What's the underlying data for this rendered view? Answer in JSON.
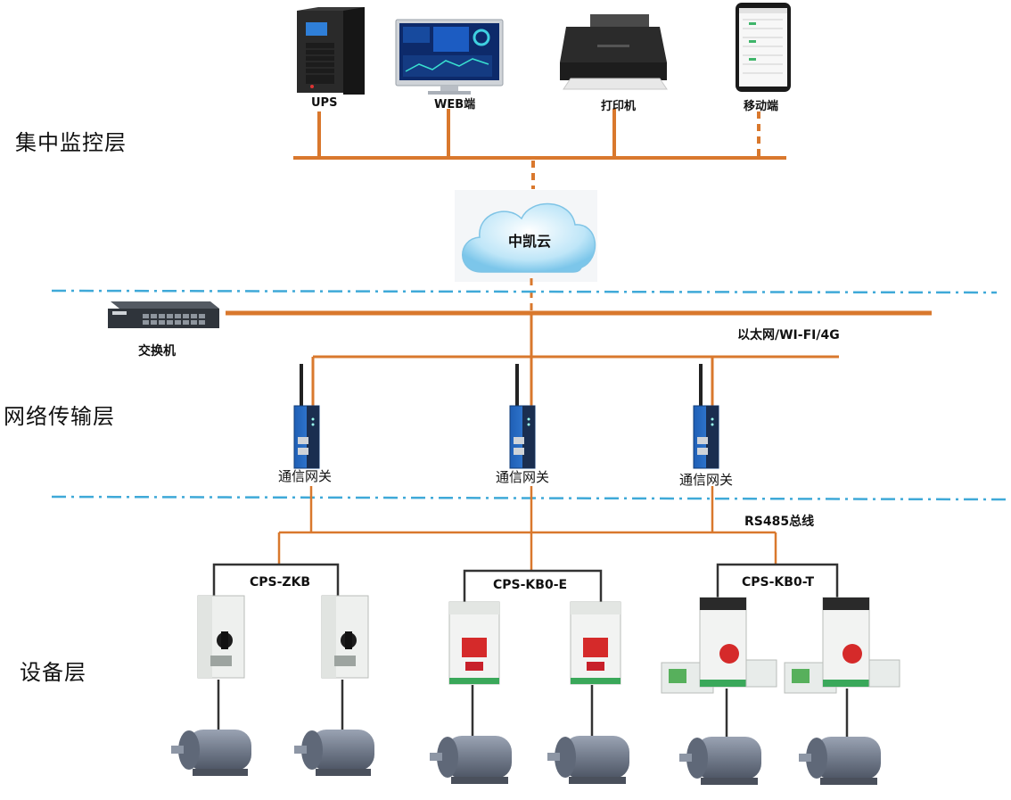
{
  "layers": {
    "monitoring": "集中监控层",
    "network": "网络传输层",
    "device": "设备层"
  },
  "top_devices": {
    "ups": "UPS",
    "web": "WEB端",
    "printer": "打印机",
    "mobile": "移动端"
  },
  "cloud": "中凯云",
  "switch": "交换机",
  "network_label": "以太网/WI-FI/4G",
  "gateway_label": "通信网关",
  "bus_label": "RS485总线",
  "device_groups": [
    {
      "name": "CPS-ZKB"
    },
    {
      "name": "CPS-KB0-E"
    },
    {
      "name": "CPS-KB0-T"
    }
  ],
  "colors": {
    "link": "#d9782d",
    "divider": "#3fa9d8",
    "cpbus": "#333333"
  },
  "icons": [
    "ups-icon",
    "monitor-icon",
    "printer-icon",
    "phone-icon",
    "cloud-icon",
    "switch-icon",
    "gateway-icon",
    "controller-icon",
    "motor-icon"
  ]
}
